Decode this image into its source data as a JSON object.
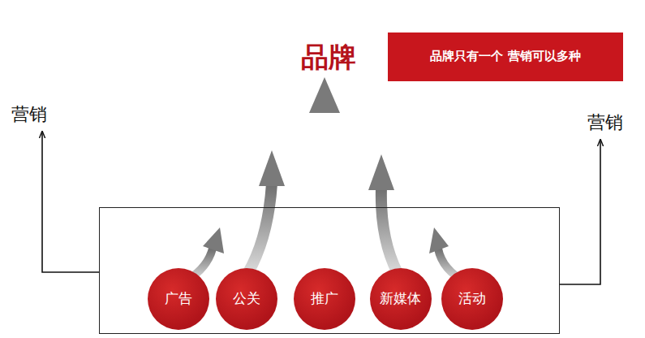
{
  "diagram": {
    "title": "品牌",
    "nodes": [
      {
        "text": [
          "品牌只有一个 营销可以多种"
        ]
      },
      {
        "text": [
          "营销"
        ]
      },
      {
        "text": [
          "营销"
        ]
      },
      {
        "text": []
      },
      {
        "text": [
          "广告"
        ],
        "in": 3
      },
      {
        "text": [
          "公关"
        ],
        "in": 3
      },
      {
        "text": [
          "推广"
        ],
        "in": 3
      },
      {
        "text": [
          "新媒体"
        ],
        "in": 3
      },
      {
        "text": [
          "活动"
        ],
        "in": 3
      }
    ],
    "edges": [
      {
        "from": 3,
        "to": 1,
        "arrow": "to"
      },
      {
        "from": 3,
        "to": 2,
        "arrow": "to"
      }
    ]
  }
}
